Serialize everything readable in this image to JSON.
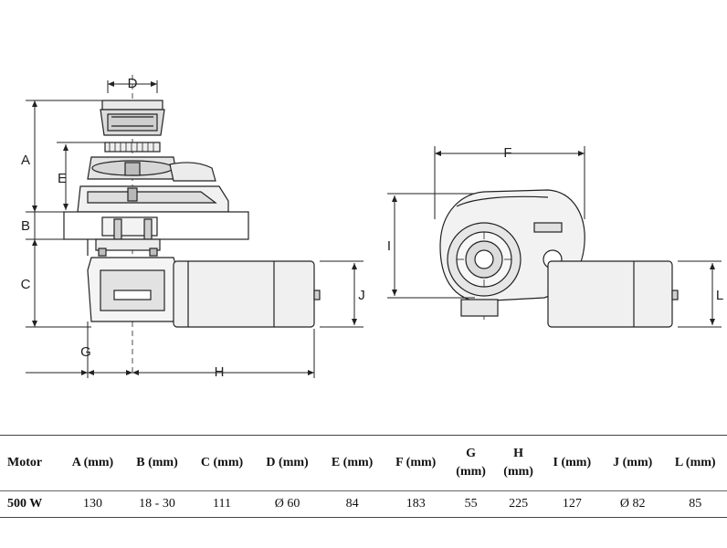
{
  "diagram": {
    "dimension_labels": {
      "A": "A",
      "B": "B",
      "C": "C",
      "D": "D",
      "E": "E",
      "F": "F",
      "G": "G",
      "H": "H",
      "I": "I",
      "J": "J",
      "L": "L"
    }
  },
  "table": {
    "headers": [
      "Motor",
      "A (mm)",
      "B (mm)",
      "C (mm)",
      "D (mm)",
      "E (mm)",
      "F (mm)",
      "G (mm)",
      "H (mm)",
      "I (mm)",
      "J (mm)",
      "L (mm)"
    ],
    "rows": [
      [
        "500 W",
        "130",
        "18 - 30",
        "111",
        "Ø 60",
        "84",
        "183",
        "55",
        "225",
        "127",
        "Ø 82",
        "85"
      ]
    ]
  }
}
